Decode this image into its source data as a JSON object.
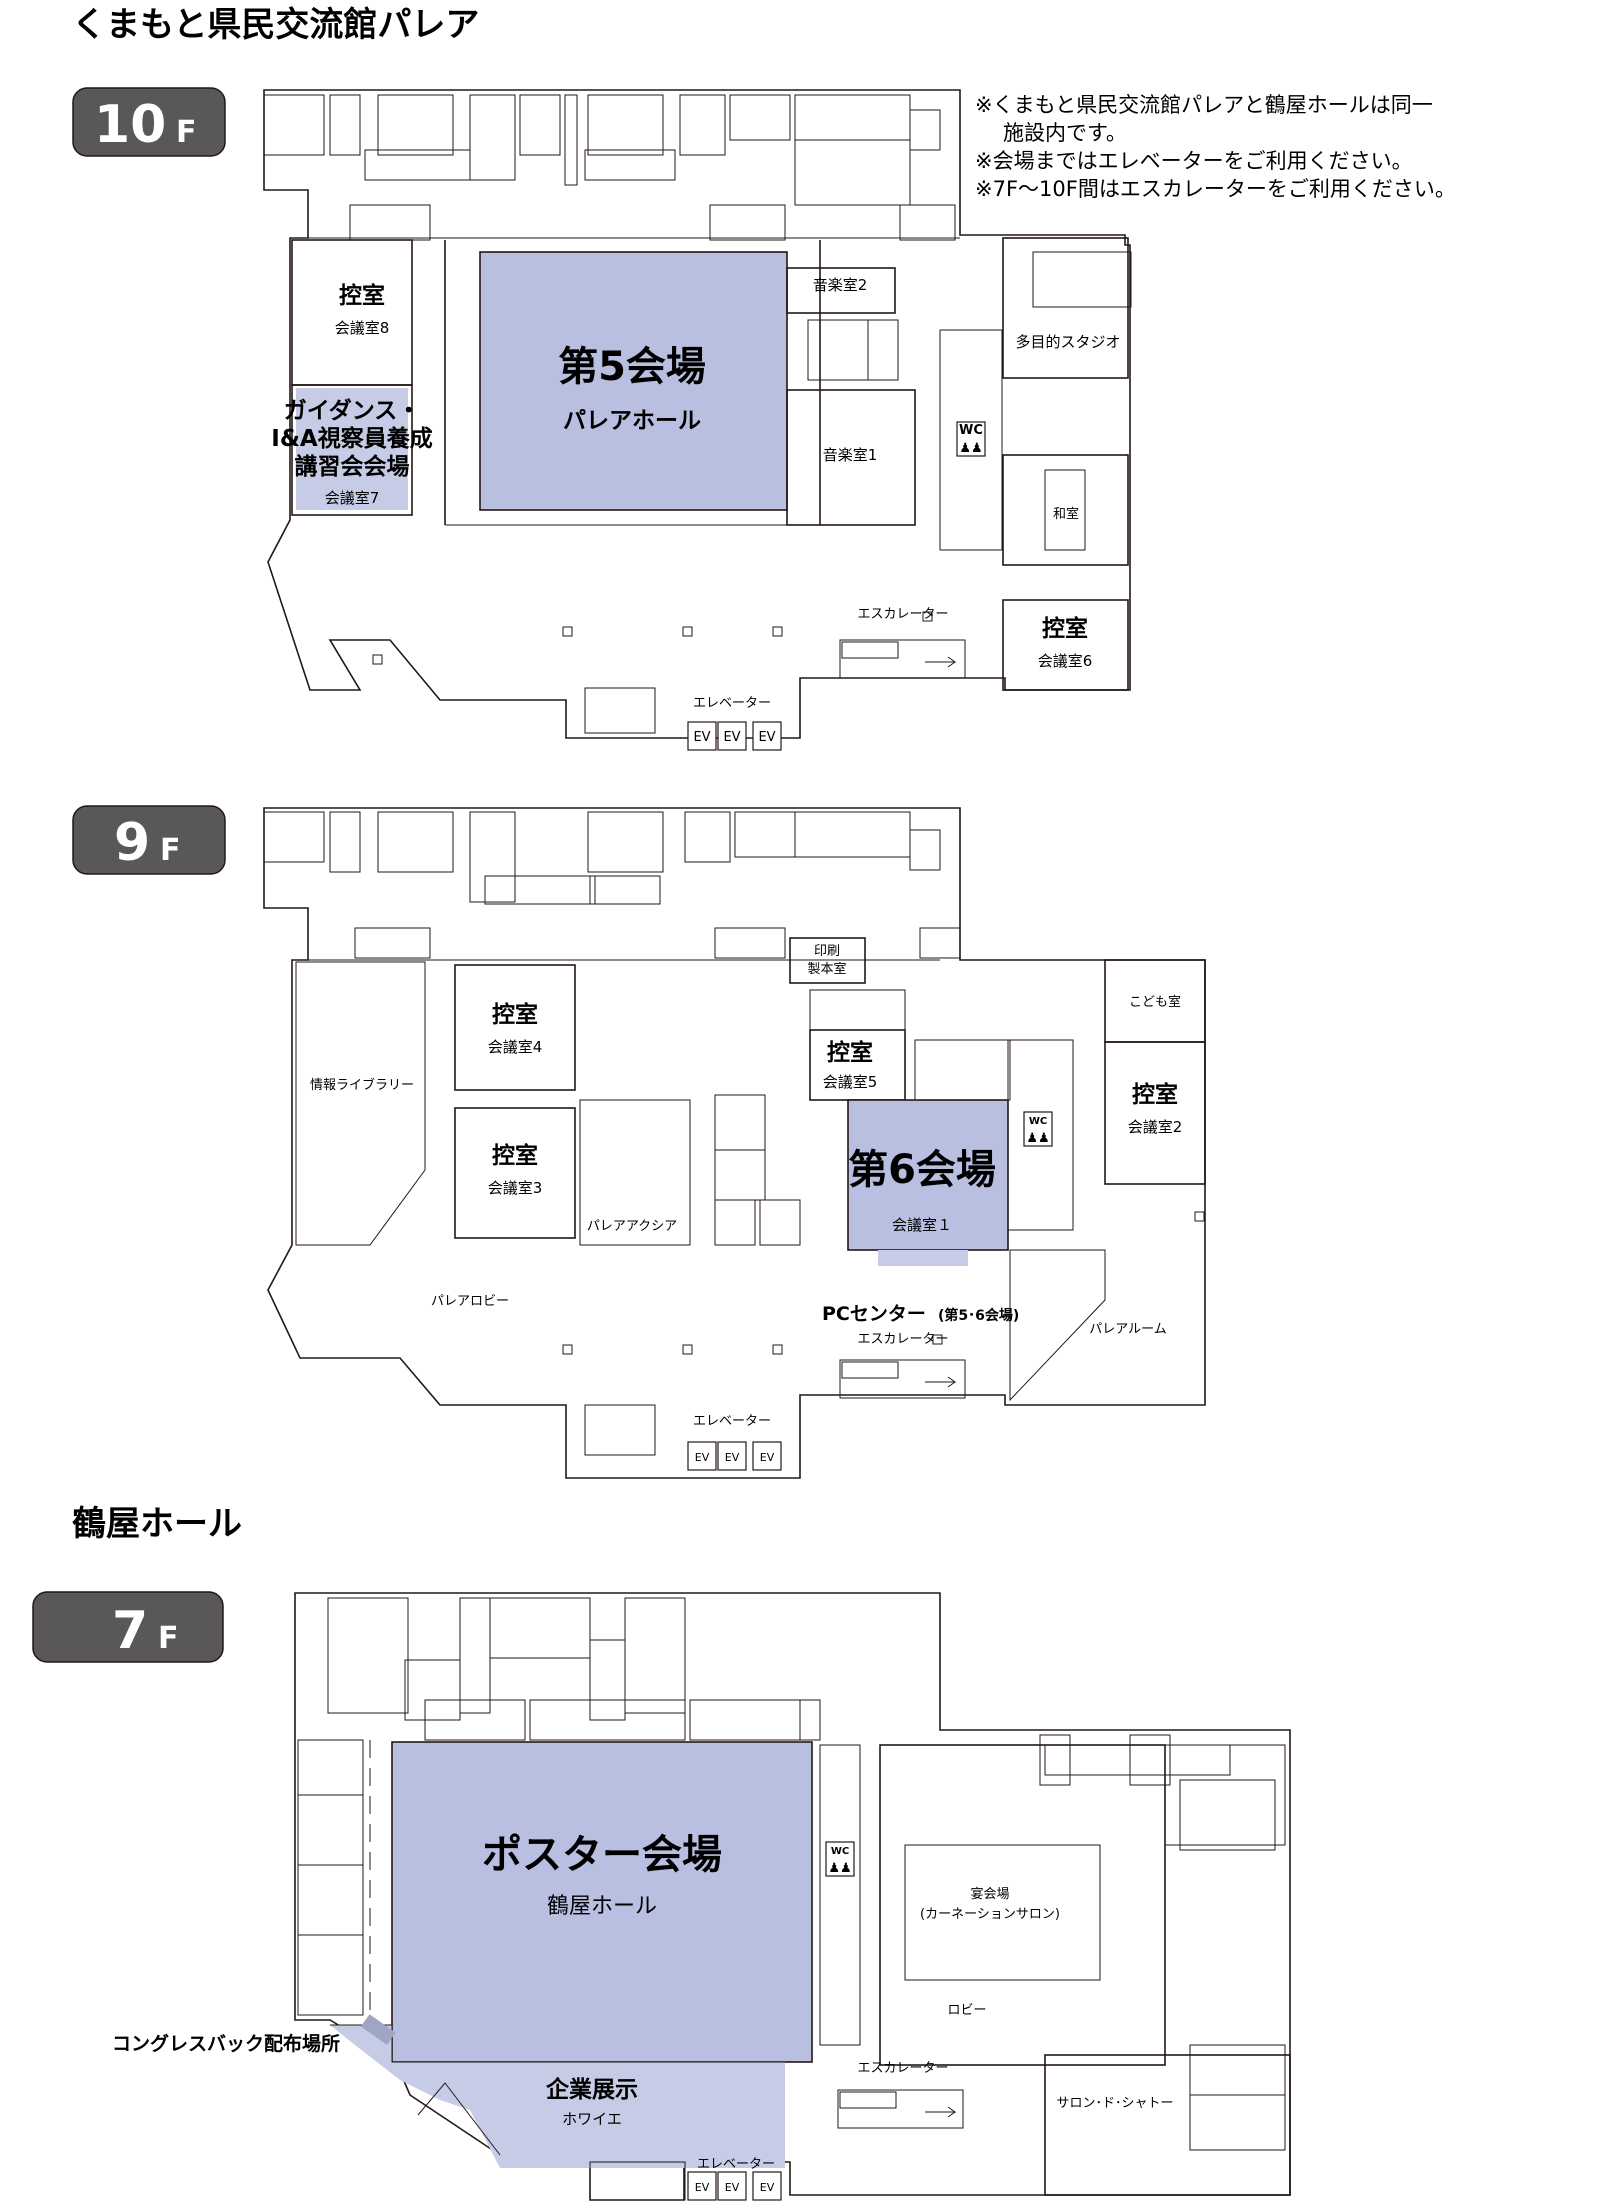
{
  "titles": {
    "palea": "くまもと県民交流館パレア",
    "tsuruya": "鶴屋ホール"
  },
  "notes": [
    "※くまもと県民交流館パレアと鶴屋ホールは同一",
    "施設内です。",
    "※会場まではエレベーターをご利用ください。",
    "※7F～10F間はエスカレーターをご利用ください。"
  ],
  "floors": {
    "f10": {
      "badge_num": "10",
      "badge_unit": "F",
      "rooms": {
        "kaijo5": "第5会場",
        "palea_hall": "パレアホール",
        "hikae_a": "控室",
        "kaigi8": "会議室8",
        "guidance1": "ガイダンス・",
        "guidance2": "I&A視察員養成",
        "guidance3": "講習会会場",
        "kaigi7": "会議室7",
        "ongaku2": "音楽室2",
        "ongaku1": "音楽室1",
        "tamokuteki": "多目的スタジオ",
        "washitsu": "和室",
        "hikae_b": "控室",
        "kaigi6": "会議室6",
        "escalator": "エスカレーター",
        "elevator": "エレベーター",
        "wc": "WC",
        "ev": "EV"
      }
    },
    "f9": {
      "badge_num": "9",
      "badge_unit": "F",
      "rooms": {
        "kaijo6": "第6会場",
        "kaigi1": "会議室１",
        "hikae4": "控室",
        "kaigi4": "会議室4",
        "hikae3": "控室",
        "kaigi3": "会議室3",
        "hikae5": "控室",
        "kaigi5": "会議室5",
        "hikae2": "控室",
        "kaigi2": "会議室2",
        "insatsu1": "印刷",
        "insatsu2": "製本室",
        "kodomo": "こども室",
        "library": "情報ライブラリー",
        "axia": "パレアアクシア",
        "lobby": "パレアロビー",
        "room": "パレアルーム",
        "pc": "PCセンター",
        "pc_sub": "(第5･6会場)",
        "escalator": "エスカレーター",
        "elevator": "エレベーター",
        "wc": "WC",
        "ev": "EV"
      }
    },
    "f7": {
      "badge_num": "7",
      "badge_unit": "F",
      "rooms": {
        "poster": "ポスター会場",
        "tsuruya_hall": "鶴屋ホール",
        "kigyo": "企業展示",
        "white": "ホワイエ",
        "congress": "コングレスバック配布場所",
        "enkai1": "宴会場",
        "enkai2": "(カーネーションサロン)",
        "lobby": "ロビー",
        "salon": "サロン･ド･シャトー",
        "escalator": "エスカレーター",
        "elevator": "エレベーター",
        "wc": "WC",
        "ev": "EV"
      }
    }
  },
  "colors": {
    "venue": "#b8bfe0",
    "badge": "#595757",
    "ink": "#231815"
  }
}
